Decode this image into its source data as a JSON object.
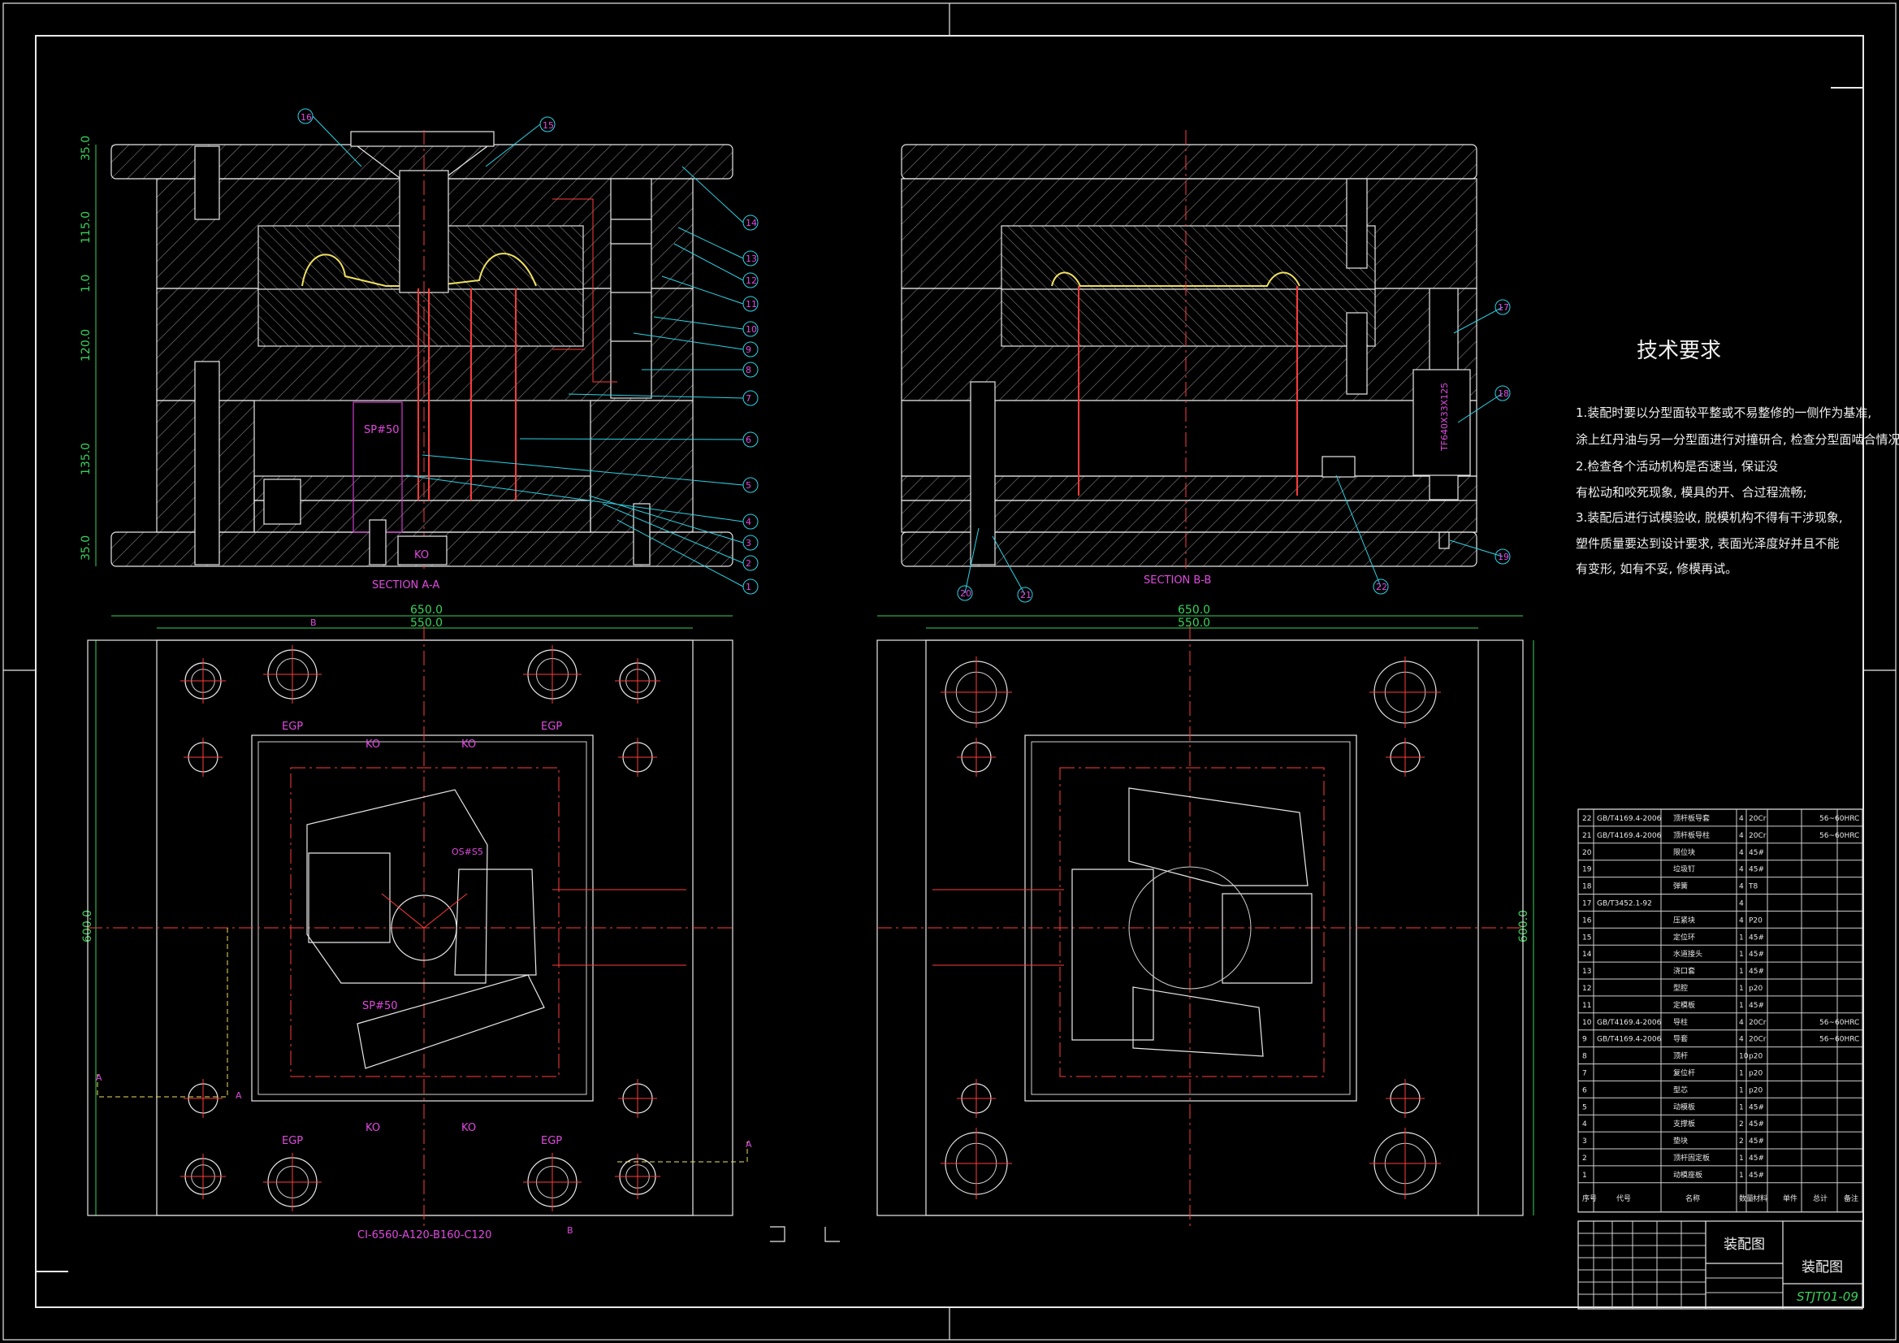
{
  "section_a": {
    "label": "SECTION A-A"
  },
  "section_b": {
    "label": "SECTION B-B"
  },
  "dims": {
    "h1": "35.0",
    "h2": "115.0",
    "h3": "1.0",
    "h4": "120.0",
    "h5": "135.0",
    "h6": "35.0",
    "w650": "650.0",
    "w550": "550.0",
    "v600": "600.0"
  },
  "callouts_a": [
    "16",
    "15",
    "14",
    "13",
    "12",
    "11",
    "10",
    "9",
    "8",
    "7",
    "6",
    "5",
    "4",
    "3",
    "2",
    "1"
  ],
  "callouts_b": [
    "17",
    "18",
    "19",
    "20",
    "21",
    "22"
  ],
  "plan_labels": {
    "sp": "SP#50",
    "ko": "KO",
    "egp": "EGP",
    "os": "OS#S5",
    "spec": "CI-6560-A120-B160-C120",
    "a": "A",
    "b": "B",
    "tag_part": "TF640X33X125"
  },
  "tech": {
    "title": "技术要求",
    "lines": [
      "1.装配时要以分型面较平整或不易整修的一侧作为基准,",
      "涂上红丹油与另一分型面进行对撞研合, 检查分型面啮合情况;",
      "2.检查各个活动机构是否速当, 保证没",
      "有松动和咬死现象, 模具的开、合过程流畅;",
      "3.装配后进行试模验收, 脱模机构不得有干涉现象,",
      "塑件质量要达到设计要求, 表面光泽度好并且不能",
      "有变形, 如有不妥, 修模再试。"
    ]
  },
  "bom": [
    [
      "22",
      "GB/T4169.4-2006",
      "顶杆板导套",
      "4",
      "20Cr",
      "",
      "56~60HRC"
    ],
    [
      "21",
      "GB/T4169.4-2006",
      "顶杆板导柱",
      "4",
      "20Cr",
      "",
      "56~60HRC"
    ],
    [
      "20",
      "",
      "限位块",
      "4",
      "45#",
      "",
      ""
    ],
    [
      "19",
      "",
      "垃圾钉",
      "4",
      "45#",
      "",
      ""
    ],
    [
      "18",
      "",
      "弹簧",
      "4",
      "T8",
      "",
      ""
    ],
    [
      "17",
      "GB/T3452.1-92",
      "",
      "4",
      "",
      "",
      ""
    ],
    [
      "16",
      "",
      "压紧块",
      "4",
      "P20",
      "",
      ""
    ],
    [
      "15",
      "",
      "定位环",
      "1",
      "45#",
      "",
      ""
    ],
    [
      "14",
      "",
      "水道接头",
      "1",
      "45#",
      "",
      ""
    ],
    [
      "13",
      "",
      "浇口套",
      "1",
      "45#",
      "",
      ""
    ],
    [
      "12",
      "",
      "型腔",
      "1",
      "p20",
      "",
      ""
    ],
    [
      "11",
      "",
      "定模板",
      "1",
      "45#",
      "",
      ""
    ],
    [
      "10",
      "GB/T4169.4-2006",
      "导柱",
      "4",
      "20Cr",
      "",
      "56~60HRC"
    ],
    [
      "9",
      "GB/T4169.4-2006",
      "导套",
      "4",
      "20Cr",
      "",
      "56~60HRC"
    ],
    [
      "8",
      "",
      "顶杆",
      "10",
      "p20",
      "",
      ""
    ],
    [
      "7",
      "",
      "复位杆",
      "1",
      "p20",
      "",
      ""
    ],
    [
      "6",
      "",
      "型芯",
      "1",
      "p20",
      "",
      ""
    ],
    [
      "5",
      "",
      "动模板",
      "1",
      "45#",
      "",
      ""
    ],
    [
      "4",
      "",
      "支撑板",
      "2",
      "45#",
      "",
      ""
    ],
    [
      "3",
      "",
      "垫块",
      "2",
      "45#",
      "",
      ""
    ],
    [
      "2",
      "",
      "顶杆固定板",
      "1",
      "45#",
      "",
      ""
    ],
    [
      "1",
      "",
      "动模座板",
      "1",
      "45#",
      "",
      ""
    ]
  ],
  "bom_header": [
    "序号",
    "代号",
    "名称",
    "数量",
    "材料",
    "单件",
    "总计",
    "备注"
  ],
  "title_block": {
    "name1": "装配图",
    "name2": "装配图",
    "drawing_no": "STJT01-09"
  },
  "colors": {
    "bg": "#000000",
    "line": "#e8e8e8",
    "center": "#ff3b3b",
    "leader": "#2ad4e6",
    "dim": "#39d25b",
    "note": "#d23cd2"
  }
}
